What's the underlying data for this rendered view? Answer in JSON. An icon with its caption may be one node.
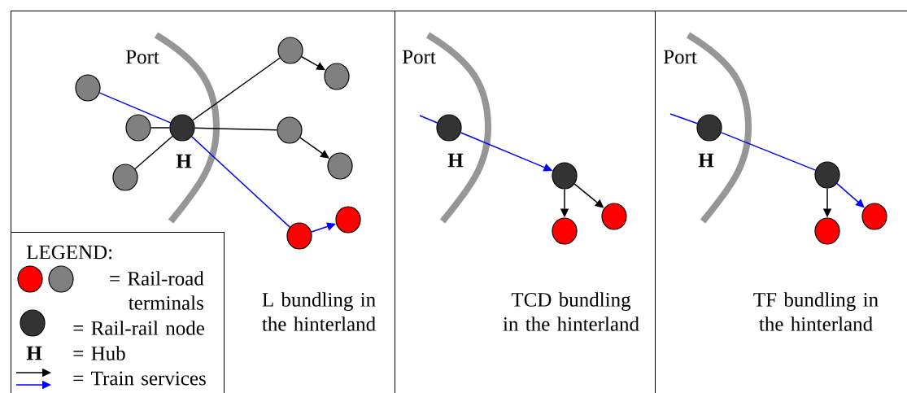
{
  "diagram": {
    "nodes": [
      {
        "text": [
          "L bundling in the hinterland"
        ]
      },
      {
        "text": [
          "LEGEND:"
        ],
        "in": 0
      },
      {
        "text": [],
        "shape": "circle",
        "in": 0
      },
      {
        "text": [],
        "shape": "circle",
        "in": 0
      },
      {
        "text": [],
        "shape": "circle",
        "in": 0,
        "beside": [
          "H"
        ]
      },
      {
        "text": [],
        "shape": "circle",
        "in": 0
      },
      {
        "text": [],
        "shape": "circle",
        "in": 0
      },
      {
        "text": [],
        "shape": "circle",
        "in": 0
      },
      {
        "text": [],
        "shape": "circle",
        "in": 0
      },
      {
        "text": [],
        "shape": "circle",
        "in": 0
      },
      {
        "text": [],
        "shape": "circle",
        "in": 0
      },
      {
        "text": [],
        "shape": "circle",
        "in": 0
      },
      {
        "text": [
          "TCD bundling in the hinterland"
        ]
      },
      {
        "text": [],
        "shape": "circle",
        "in": 12,
        "beside": [
          "H"
        ]
      },
      {
        "text": [],
        "shape": "circle",
        "in": 12
      },
      {
        "text": [],
        "shape": "circle",
        "in": 12
      },
      {
        "text": [],
        "shape": "circle",
        "in": 12
      },
      {
        "text": [
          "TF bundling in the hinterland"
        ]
      },
      {
        "text": [],
        "shape": "circle",
        "in": 17,
        "beside": [
          "H"
        ]
      },
      {
        "text": [],
        "shape": "circle",
        "in": 17
      },
      {
        "text": [],
        "shape": "circle",
        "in": 17
      },
      {
        "text": [],
        "shape": "circle",
        "in": 17
      }
    ],
    "edges": [
      {
        "from": 2,
        "to": 4,
        "arrow": "none",
        "color": "#0000ff"
      },
      {
        "from": 4,
        "to": 10,
        "arrow": "none",
        "color": "#0000ff"
      },
      {
        "from": 3,
        "to": 4,
        "arrow": "none"
      },
      {
        "from": 4,
        "to": 7,
        "arrow": "none"
      },
      {
        "from": 9,
        "to": 4,
        "arrow": "none"
      },
      {
        "from": 4,
        "to": 5,
        "arrow": "none"
      },
      {
        "from": 5,
        "to": 6,
        "arrow": "to"
      },
      {
        "from": 7,
        "to": 8,
        "arrow": "to"
      },
      {
        "from": 10,
        "to": 11,
        "arrow": "to",
        "color": "#0000ff"
      },
      {
        "from": null,
        "to": 13,
        "arrow": "none",
        "color": "#0000ff"
      },
      {
        "from": 13,
        "to": 14,
        "arrow": "to",
        "color": "#0000ff"
      },
      {
        "from": 14,
        "to": 16,
        "arrow": "to"
      },
      {
        "from": 14,
        "to": 15,
        "arrow": "to"
      },
      {
        "from": null,
        "to": 18,
        "arrow": "none",
        "color": "#0000ff"
      },
      {
        "from": 18,
        "to": 19,
        "arrow": "none",
        "color": "#0000ff"
      },
      {
        "from": 19,
        "to": 20,
        "arrow": "to",
        "color": "#0000ff"
      },
      {
        "from": 19,
        "to": 21,
        "arrow": "to"
      }
    ],
    "labels": [
      "Port",
      "Port",
      "Port",
      "H"
    ],
    "legend": [
      {
        "text": "= Rail-road terminals"
      },
      {
        "text": "= Rail-rail node"
      },
      {
        "text": "= Hub"
      },
      {
        "text": "= Train services"
      }
    ]
  }
}
